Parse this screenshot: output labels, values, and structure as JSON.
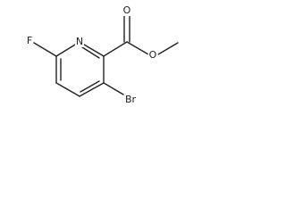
{
  "molecule": {
    "atoms": {
      "fluorine": "F",
      "ring_nitrogen": "N",
      "carbonyl_oxygen": "O",
      "ester_oxygen": "O",
      "bromine": "Br"
    }
  }
}
